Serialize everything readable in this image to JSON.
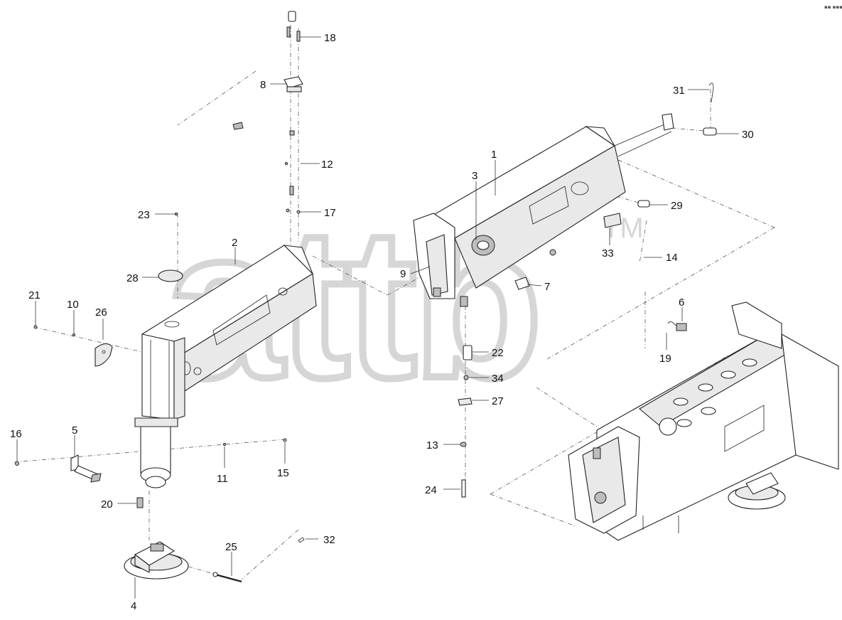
{
  "diagram": {
    "corner_mark": "▪▪ ▪▪▪",
    "watermark": {
      "text": "attb",
      "tm": "TM"
    },
    "callouts": [
      {
        "id": "c1",
        "text": "1"
      },
      {
        "id": "c2",
        "text": "2"
      },
      {
        "id": "c3",
        "text": "3"
      },
      {
        "id": "c4",
        "text": "4"
      },
      {
        "id": "c5",
        "text": "5"
      },
      {
        "id": "c6",
        "text": "6"
      },
      {
        "id": "c7",
        "text": "7"
      },
      {
        "id": "c8",
        "text": "8"
      },
      {
        "id": "c9",
        "text": "9"
      },
      {
        "id": "c10",
        "text": "10"
      },
      {
        "id": "c11",
        "text": "11"
      },
      {
        "id": "c12",
        "text": "12"
      },
      {
        "id": "c13",
        "text": "13"
      },
      {
        "id": "c14",
        "text": "14"
      },
      {
        "id": "c15",
        "text": "15"
      },
      {
        "id": "c16",
        "text": "16"
      },
      {
        "id": "c17",
        "text": "17"
      },
      {
        "id": "c18",
        "text": "18"
      },
      {
        "id": "c19",
        "text": "19"
      },
      {
        "id": "c20",
        "text": "20"
      },
      {
        "id": "c21",
        "text": "21"
      },
      {
        "id": "c22",
        "text": "22"
      },
      {
        "id": "c23",
        "text": "23"
      },
      {
        "id": "c24",
        "text": "24"
      },
      {
        "id": "c25",
        "text": "25"
      },
      {
        "id": "c26",
        "text": "26"
      },
      {
        "id": "c27",
        "text": "27"
      },
      {
        "id": "c28",
        "text": "28"
      },
      {
        "id": "c29",
        "text": "29"
      },
      {
        "id": "c30",
        "text": "30"
      },
      {
        "id": "c31",
        "text": "31"
      },
      {
        "id": "c32",
        "text": "32"
      },
      {
        "id": "c33",
        "text": "33"
      },
      {
        "id": "c34",
        "text": "34"
      }
    ]
  }
}
